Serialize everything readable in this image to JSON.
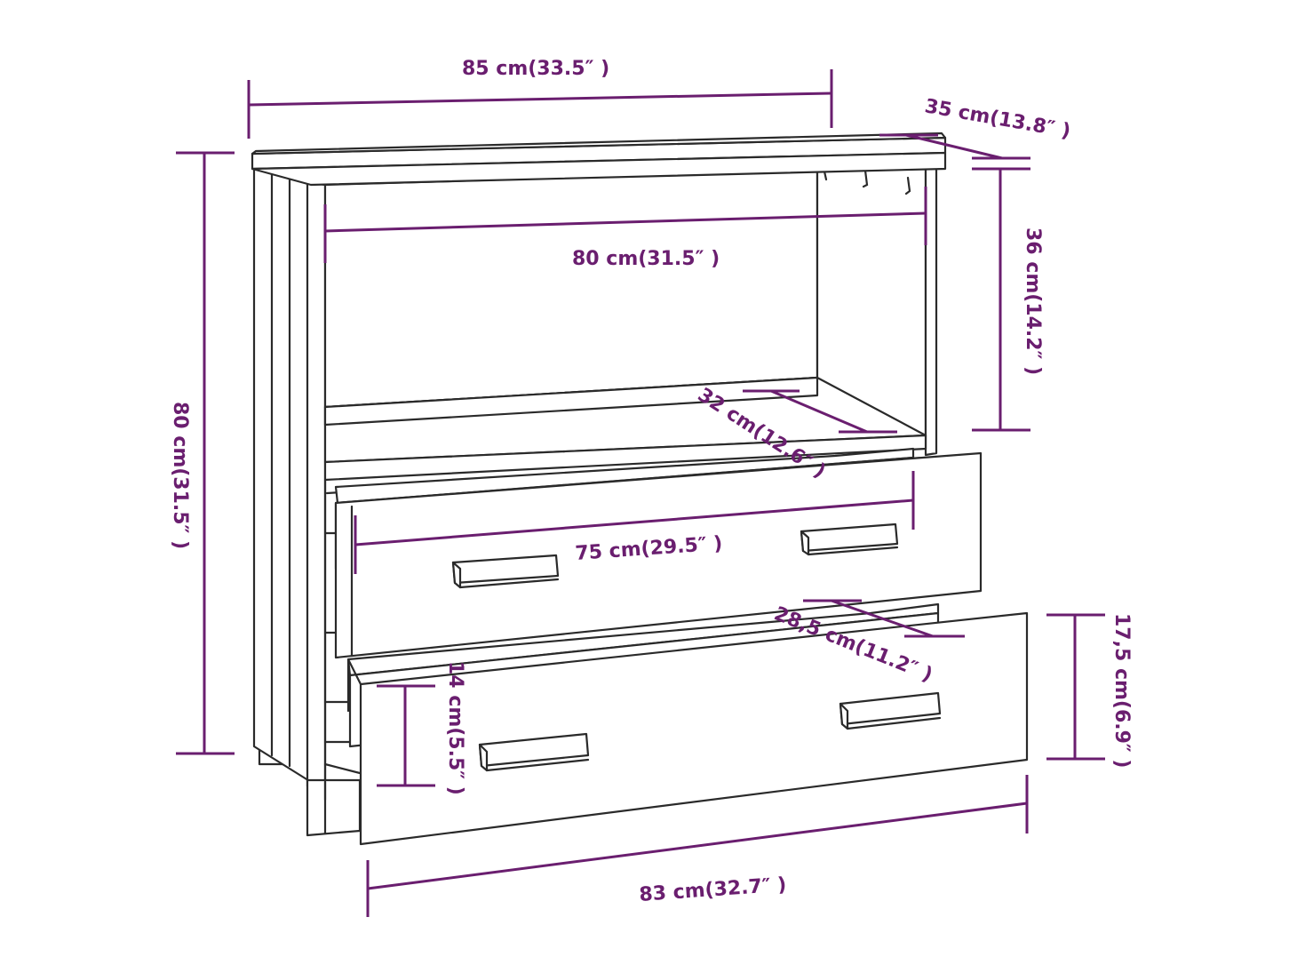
{
  "colors": {
    "dimension": "#6a1e6f",
    "outline": "#2a2a2a",
    "background": "#ffffff"
  },
  "dimensions": {
    "top_width": "85 cm(33.5″ )",
    "depth_top": "35 cm(13.8″ )",
    "inner_width": "80 cm(31.5″ )",
    "shelf_height": "36 cm(14.2″ )",
    "shelf_depth": "32 cm(12.6″ )",
    "total_height": "80 cm(31.5″ )",
    "drawer_width": "75 cm(29.5″ )",
    "drawer_depth": "28,5 cm(11.2″ )",
    "drawer_inner_height": "14 cm(5.5″ )",
    "drawer_front_height": "17,5 cm(6.9″ )",
    "bottom_width": "83 cm(32.7″ )"
  }
}
